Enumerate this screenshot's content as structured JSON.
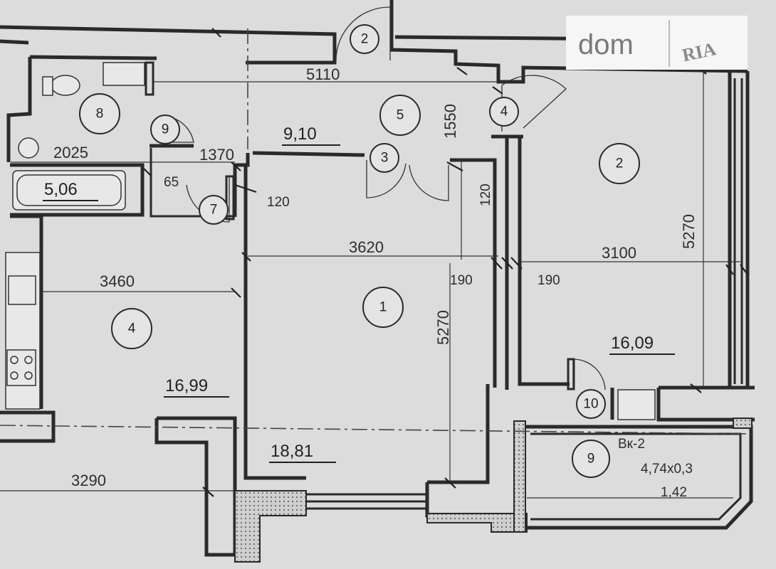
{
  "watermark": {
    "brand": "dom",
    "sub": "RIA"
  },
  "room_numbers": {
    "r1": "1",
    "r2": "2",
    "r3": "3",
    "r4": "4",
    "r5": "5",
    "r7": "7",
    "r8": "8",
    "r9": "9",
    "r10": "10",
    "d2": "2",
    "d4": "4",
    "d9": "9"
  },
  "areas": {
    "living_1": "18,81",
    "bedroom_2": "16,09",
    "kitchen_4": "16,99",
    "bath": "5,06",
    "hall_5": "9,10",
    "balcony": "1,42",
    "balcony_size": "4,74x0,3",
    "balcony_tag": "Вк-2"
  },
  "dimensions": {
    "d5110": "5110",
    "d1550": "1550",
    "d2025": "2025",
    "d1370": "1370",
    "d65": "65",
    "d120a": "120",
    "d120b": "120",
    "d3620": "3620",
    "d3100": "3100",
    "d5270a": "5270",
    "d5270b": "5270",
    "d190a": "190",
    "d190b": "190",
    "d3460": "3460",
    "d3290": "3290"
  }
}
